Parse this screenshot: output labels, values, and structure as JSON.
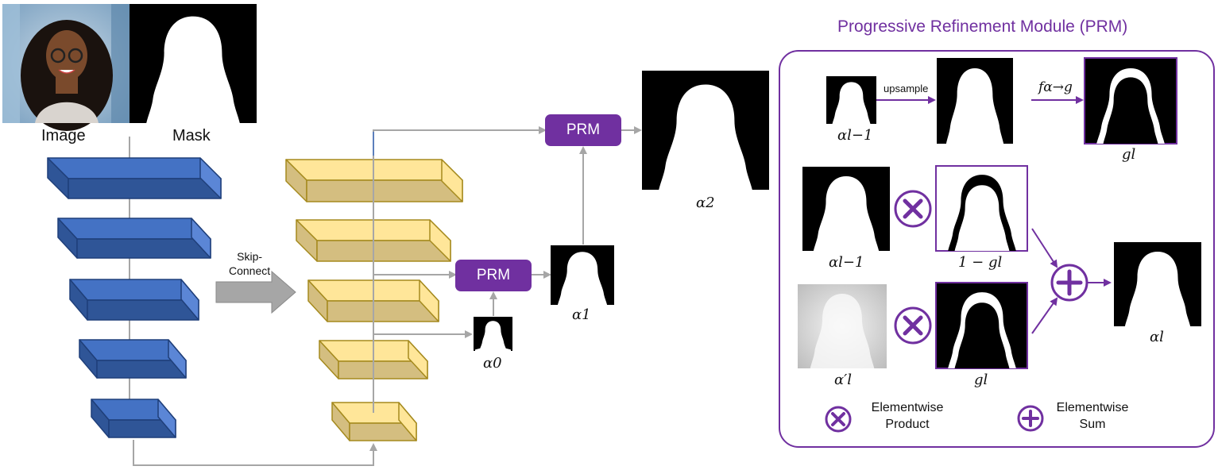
{
  "inputs": {
    "image_label": "Image",
    "mask_label": "Mask"
  },
  "skip_connect_label": "Skip-\nConnect",
  "prm_label": "PRM",
  "alpha_labels": {
    "a0": "α0",
    "a1": "α1",
    "a2": "α2"
  },
  "prm_panel": {
    "title": "Progressive Refinement Module (PRM)",
    "upsample_label": "upsample",
    "f_label": "fα→g",
    "g_label": "gl",
    "alpha_prev_label": "αl−1",
    "one_minus_g_label": "1 − gl",
    "alpha_prime_label": "α′l",
    "alpha_out_label": "αl",
    "legend": {
      "product": "Elementwise\nProduct",
      "sum": "Elementwise\nSum"
    }
  },
  "colors": {
    "encoder_top": "#4472C4",
    "encoder_front": "#2F5597",
    "encoder_side": "#5B86D6",
    "encoder_edge": "#1F3F7A",
    "decoder_top": "#FFE699",
    "decoder_front": "#D4BE80",
    "decoder_side": "#FFE699",
    "decoder_edge": "#A58A1E",
    "prm": "#7030A0",
    "arrow": "#A6A6A6"
  }
}
